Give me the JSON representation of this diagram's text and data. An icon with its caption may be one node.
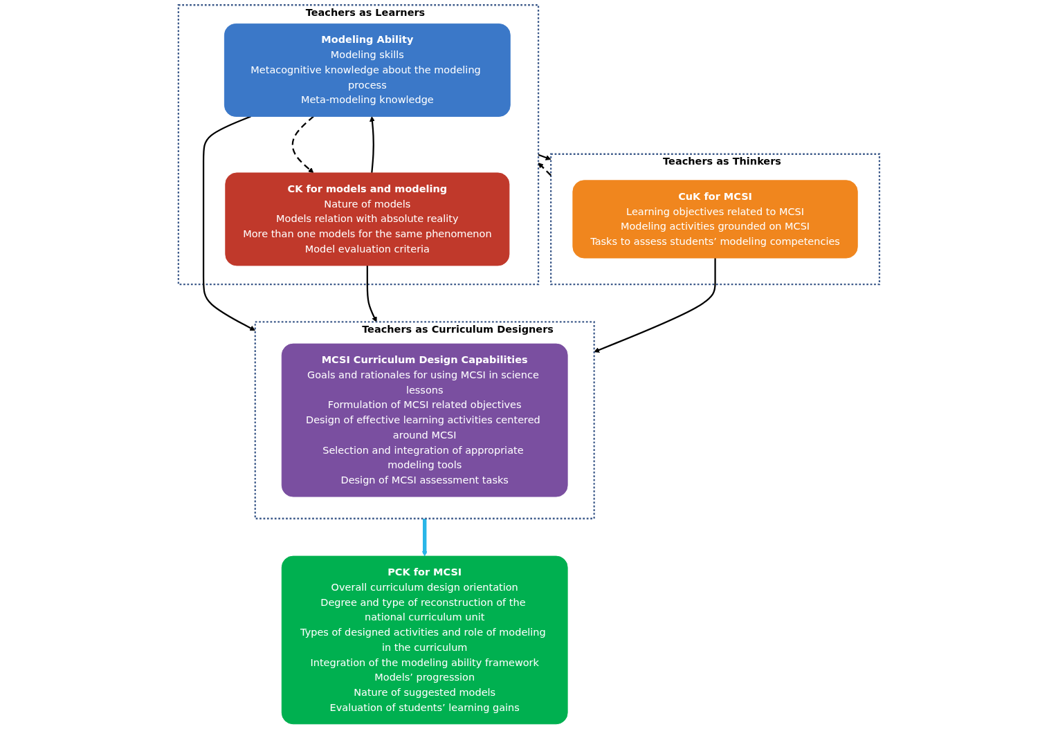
{
  "diagram": {
    "nodes": [
      {
        "text": [
          "Teachers as Learners"
        ]
      },
      {
        "text": [
          "Modeling Ability",
          "Modeling skills",
          "Metacognitive knowledge about the modeling process",
          "Meta-modeling knowledge"
        ],
        "in": 0
      },
      {
        "text": [
          "CK for models and modeling",
          "Nature of models",
          "Models relation with absolute reality",
          "More than one models for the same phenomenon",
          "Model evaluation criteria"
        ],
        "in": 0
      },
      {
        "text": [
          "Teachers as Thinkers"
        ]
      },
      {
        "text": [
          "CuK for MCSI",
          "Learning objectives related to MCSI",
          "Modeling activities grounded on MCSI",
          "Tasks to assess students’ modeling competencies"
        ],
        "in": 3
      },
      {
        "text": [
          "Teachers as Curriculum Designers"
        ]
      },
      {
        "text": [
          "MCSI Curriculum Design Capabilities",
          "Goals and rationales for using MCSI in science lessons",
          "Formulation of MCSI related objectives",
          "Design of effective learning activities centered around MCSI",
          "Selection and integration of appropriate modeling tools",
          "Design of MCSI assessment tasks"
        ],
        "in": 5
      },
      {
        "text": [
          "PCK for MCSI",
          "Overall curriculum design orientation",
          "Degree and type of reconstruction of the national curriculum unit",
          "Types of designed activities and role of modeling in the curriculum",
          "Integration of the modeling ability framework",
          "Models’ progression",
          "Nature of suggested models",
          "Evaluation of students’ learning gains"
        ]
      }
    ],
    "edges": [
      {
        "from": 2,
        "to": 1,
        "arrow": "to"
      },
      {
        "from": 1,
        "to": 2,
        "arrow": "to",
        "style": "dashed"
      },
      {
        "from": 0,
        "to": 3,
        "arrow": "to"
      },
      {
        "from": 3,
        "to": 0,
        "arrow": "to",
        "style": "dashed"
      },
      {
        "from": 1,
        "to": 5,
        "arrow": "to"
      },
      {
        "from": 2,
        "to": 5,
        "arrow": "to"
      },
      {
        "from": 4,
        "to": 5,
        "arrow": "to"
      },
      {
        "from": 5,
        "to": 7,
        "arrow": "to",
        "style": "thick",
        "color": "#29b6e8"
      }
    ]
  }
}
